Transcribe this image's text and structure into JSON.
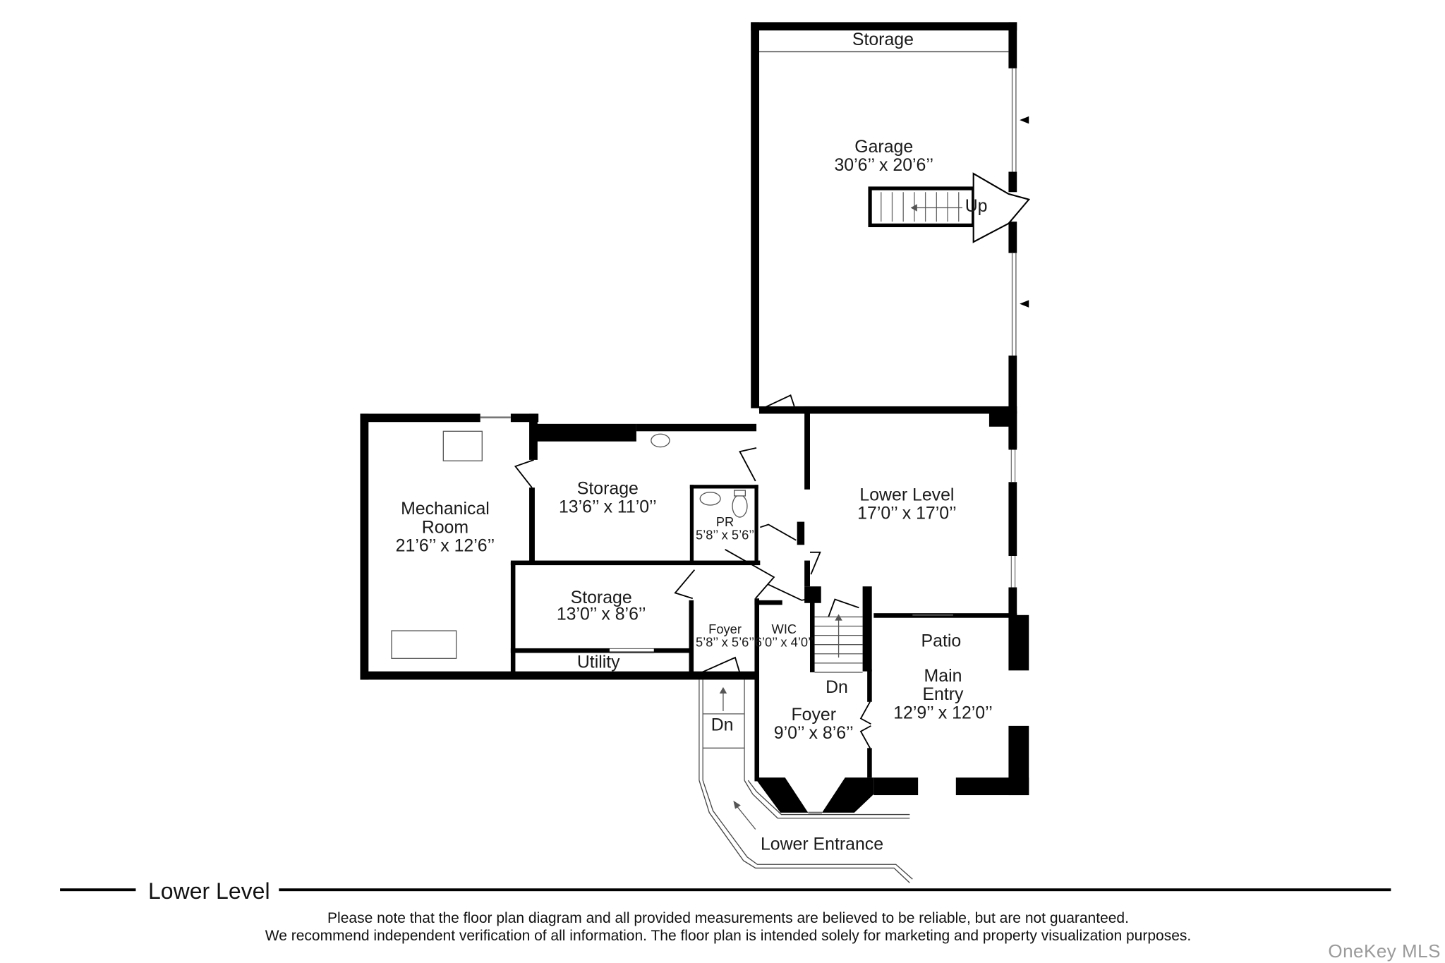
{
  "rooms": {
    "garage_storage": {
      "name": "Storage"
    },
    "garage": {
      "name": "Garage",
      "dims": "30’6’’ x 20’6’’"
    },
    "stair_up": {
      "label": "Up"
    },
    "mechanical": {
      "line1": "Mechanical",
      "line2": "Room",
      "dims": "21’6’’ x 12’6’’"
    },
    "storage_a": {
      "name": "Storage",
      "dims": "13’6’’ x 11’0’’"
    },
    "pr": {
      "name": "PR",
      "dims": "5’8’’ x 5’6’’"
    },
    "lower_level": {
      "name": "Lower Level",
      "dims": "17’0’’ x 17’0’’"
    },
    "storage_b": {
      "name": "Storage",
      "dims": "13’0’’ x 8’6’’"
    },
    "foyer_small": {
      "name": "Foyer",
      "dims": "5’8’’ x 5’6’’"
    },
    "wic": {
      "name": "WIC",
      "dims": "6’0’’ x 4’0’’"
    },
    "utility": {
      "name": "Utility"
    },
    "stair_dn_inner": {
      "label": "Dn"
    },
    "stair_dn_outer": {
      "label": "Dn"
    },
    "foyer_main": {
      "name": "Foyer",
      "dims": "9’0’’ x 8’6’’"
    },
    "patio": {
      "name": "Patio"
    },
    "main_entry": {
      "line1": "Main",
      "line2": "Entry",
      "dims": "12’9’’ x 12’0’’"
    },
    "lower_entrance": {
      "name": "Lower Entrance"
    }
  },
  "level_title": "Lower Level",
  "disclaimer": {
    "line1": "Please note that the floor plan diagram and all provided measurements are believed to be reliable, but are not guaranteed.",
    "line2": "We recommend independent verification of all information. The floor plan is intended solely for marketing and property visualization purposes."
  },
  "watermark": "OneKey MLS",
  "colors": {
    "wall": "#000000",
    "background": "#ffffff",
    "watermark": "#9a9a9a"
  }
}
